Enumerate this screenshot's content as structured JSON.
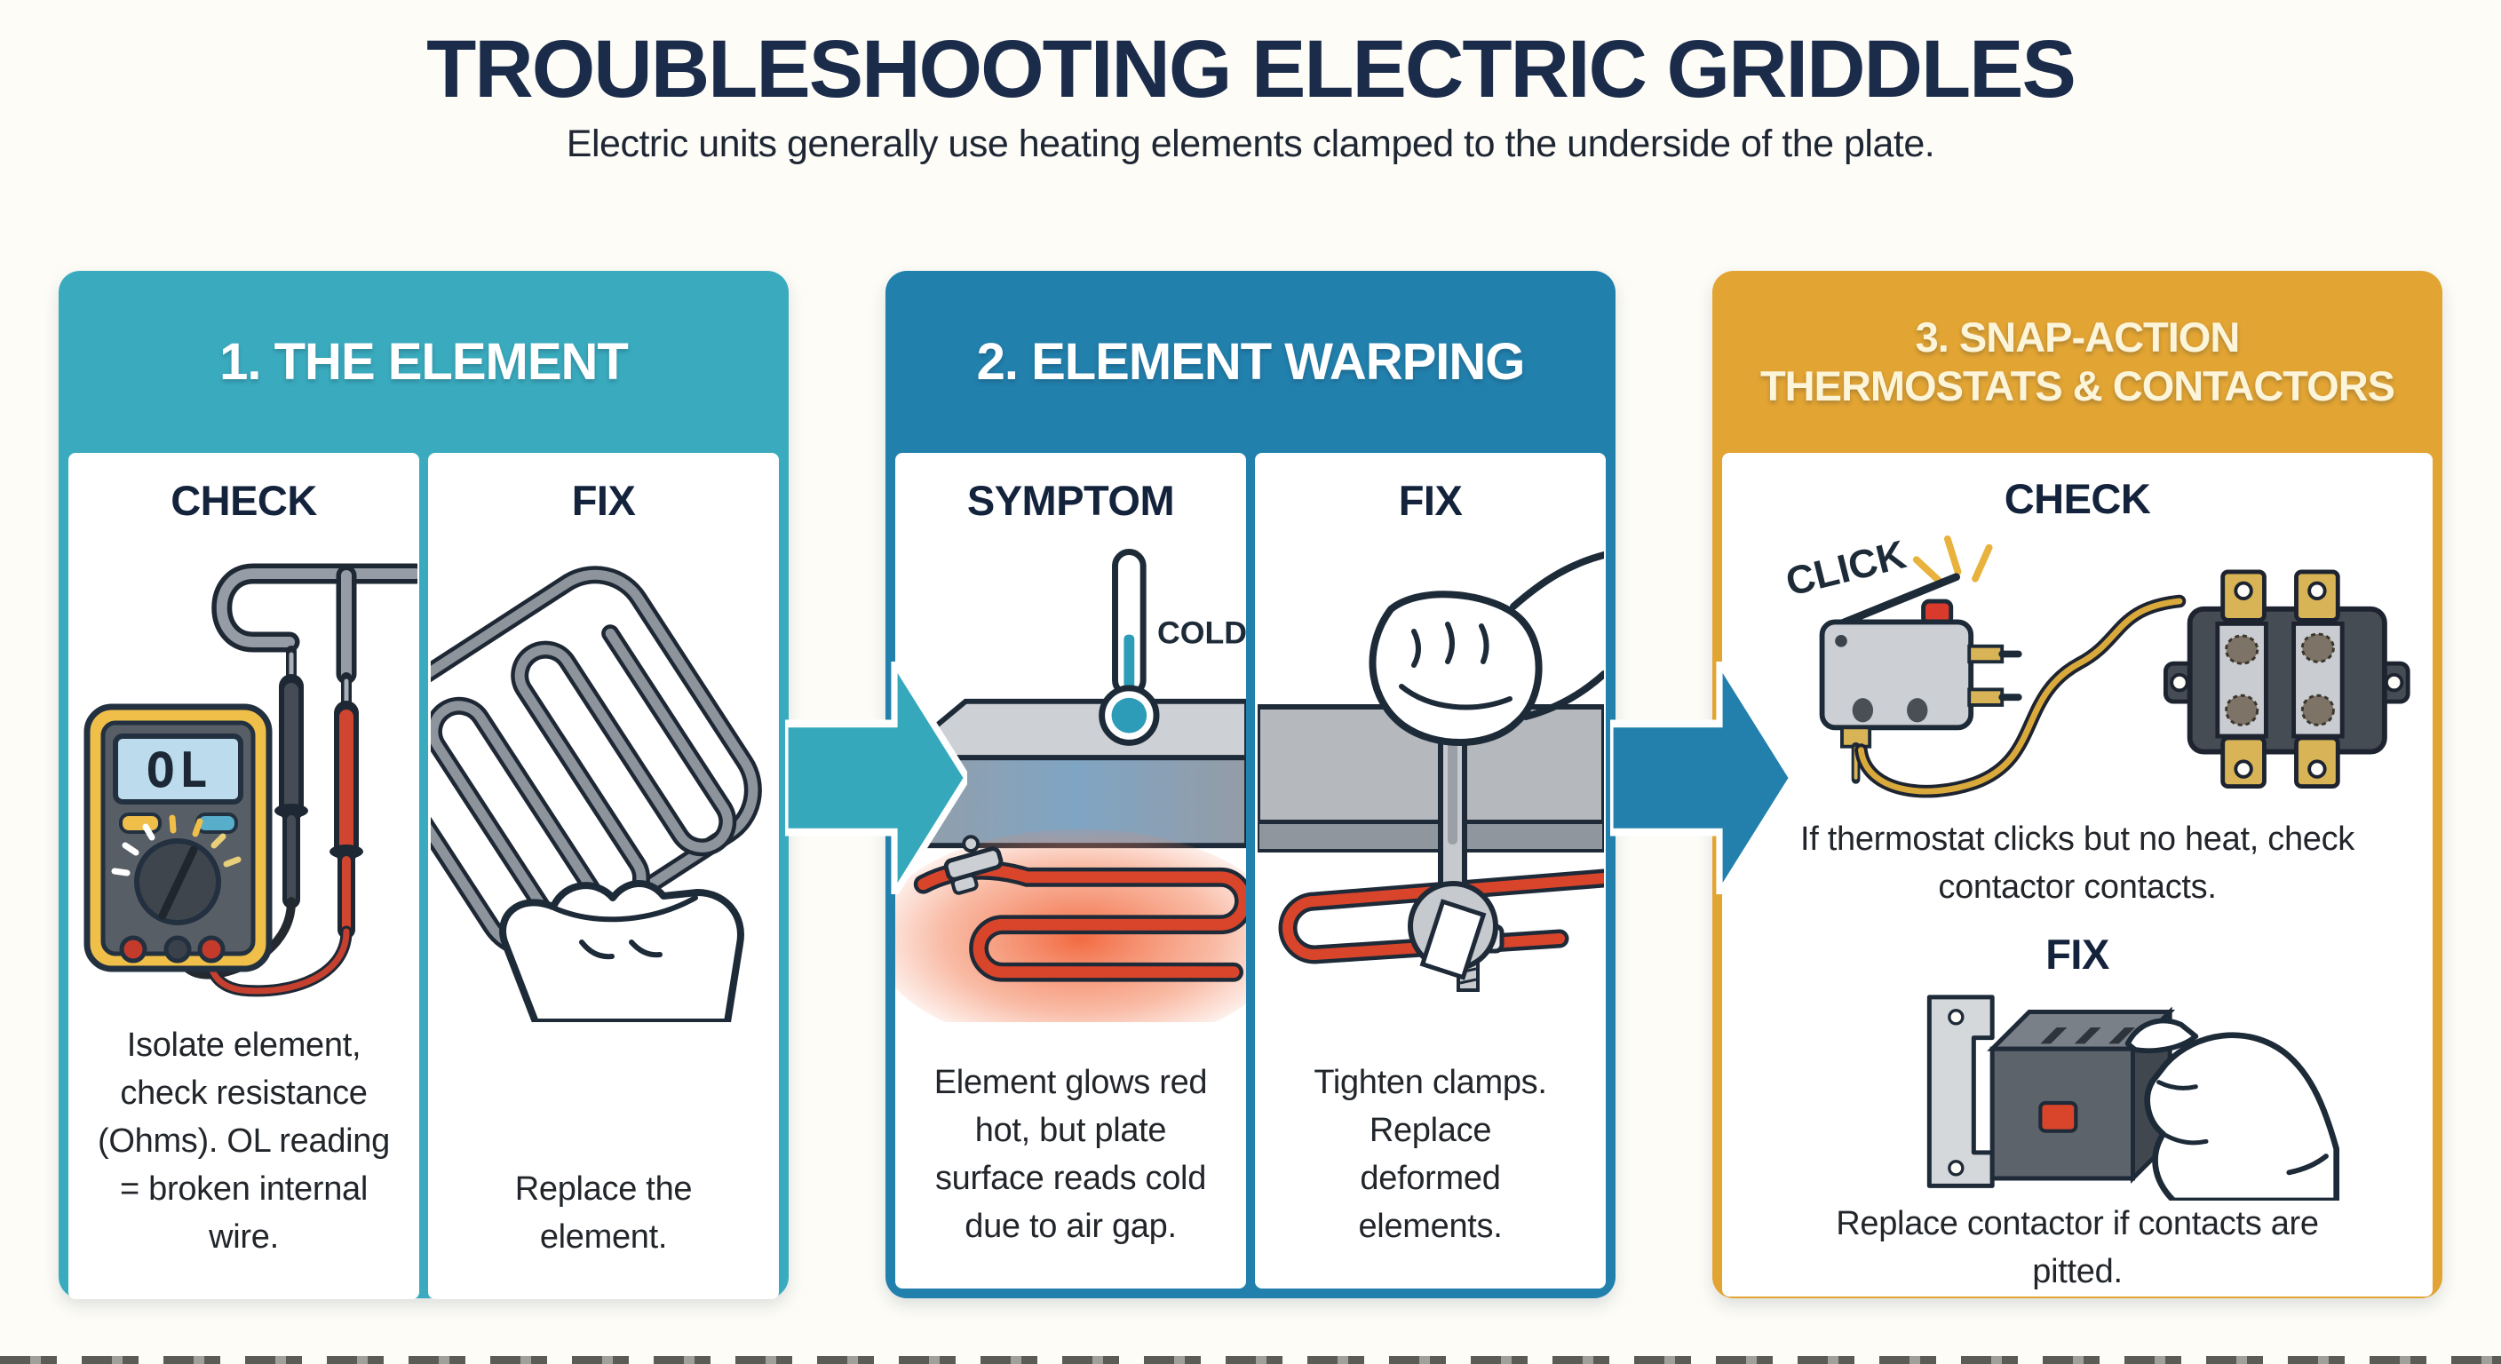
{
  "page": {
    "title": "TROUBLESHOOTING ELECTRIC GRIDDLES",
    "subtitle": "Electric units generally use heating elements clamped to the underside of the plate."
  },
  "colors": {
    "teal": "#3aabbe",
    "blue": "#2280ad",
    "gold": "#e2a433",
    "title_navy": "#1b2b4a",
    "heading_navy": "#14233c",
    "caption_text": "#22262b",
    "element_red": "#d8452b",
    "glow_orange": "#f15a2d",
    "wire_gold": "#d9a93c",
    "meter_yellow": "#efbf4a",
    "lcd_blue": "#bcdcee",
    "cold_blue": "#2d9cb8"
  },
  "panels": [
    {
      "title": "1. THE ELEMENT",
      "columns": [
        {
          "heading": "CHECK",
          "illustration": "multimeter-ol-test",
          "meter_display": "OL",
          "caption": "Isolate element, check resistance (Ohms). OL reading = broken internal wire."
        },
        {
          "heading": "FIX",
          "illustration": "replace-heating-element",
          "caption": "Replace the element."
        }
      ]
    },
    {
      "title": "2. ELEMENT WARPING",
      "columns": [
        {
          "heading": "SYMPTOM",
          "illustration": "cold-plate-glowing-element",
          "thermometer_label": "COLD",
          "caption": "Element glows red hot, but plate surface reads cold due to air gap."
        },
        {
          "heading": "FIX",
          "illustration": "wrench-tightening-clamp",
          "caption": "Tighten clamps. Replace deformed elements."
        }
      ]
    },
    {
      "title_lines": [
        "3. SNAP-ACTION",
        "THERMOSTATS & CONTACTORS"
      ],
      "sections": [
        {
          "heading": "CHECK",
          "illustration": "thermostat-click-contactor",
          "sound_label": "CLICK",
          "caption": "If thermostat clicks but no heat, check contactor contacts."
        },
        {
          "heading": "FIX",
          "illustration": "replace-contactor",
          "caption": "Replace contactor if contacts are pitted."
        }
      ]
    }
  ]
}
